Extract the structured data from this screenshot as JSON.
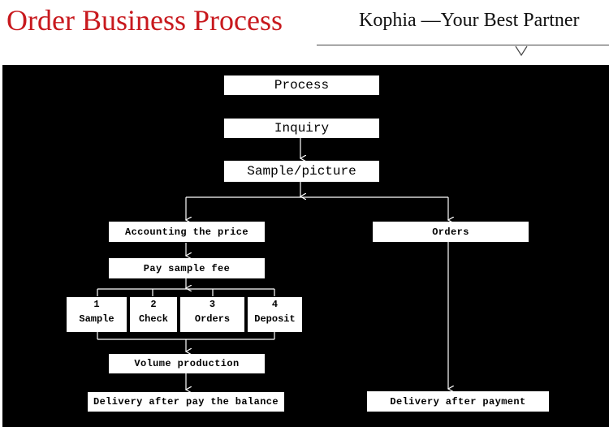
{
  "header": {
    "title": "Order Business Process",
    "slogan": "Kophia —Your Best Partner"
  },
  "flow": {
    "process": "Process",
    "inquiry": "Inquiry",
    "sample_picture": "Sample/picture",
    "accounting": "Accounting the price",
    "pay_sample_fee": "Pay sample fee",
    "steps": [
      {
        "num": "1",
        "label": "Sample"
      },
      {
        "num": "2",
        "label": "Check"
      },
      {
        "num": "3",
        "label": "Orders"
      },
      {
        "num": "4",
        "label": "Deposit"
      }
    ],
    "volume_production": "Volume production",
    "delivery_balance": "Delivery after pay the balance",
    "orders": "Orders",
    "delivery_payment": "Delivery after payment"
  },
  "colors": {
    "title": "#c8191e",
    "background": "#000000",
    "box": "#ffffff"
  }
}
